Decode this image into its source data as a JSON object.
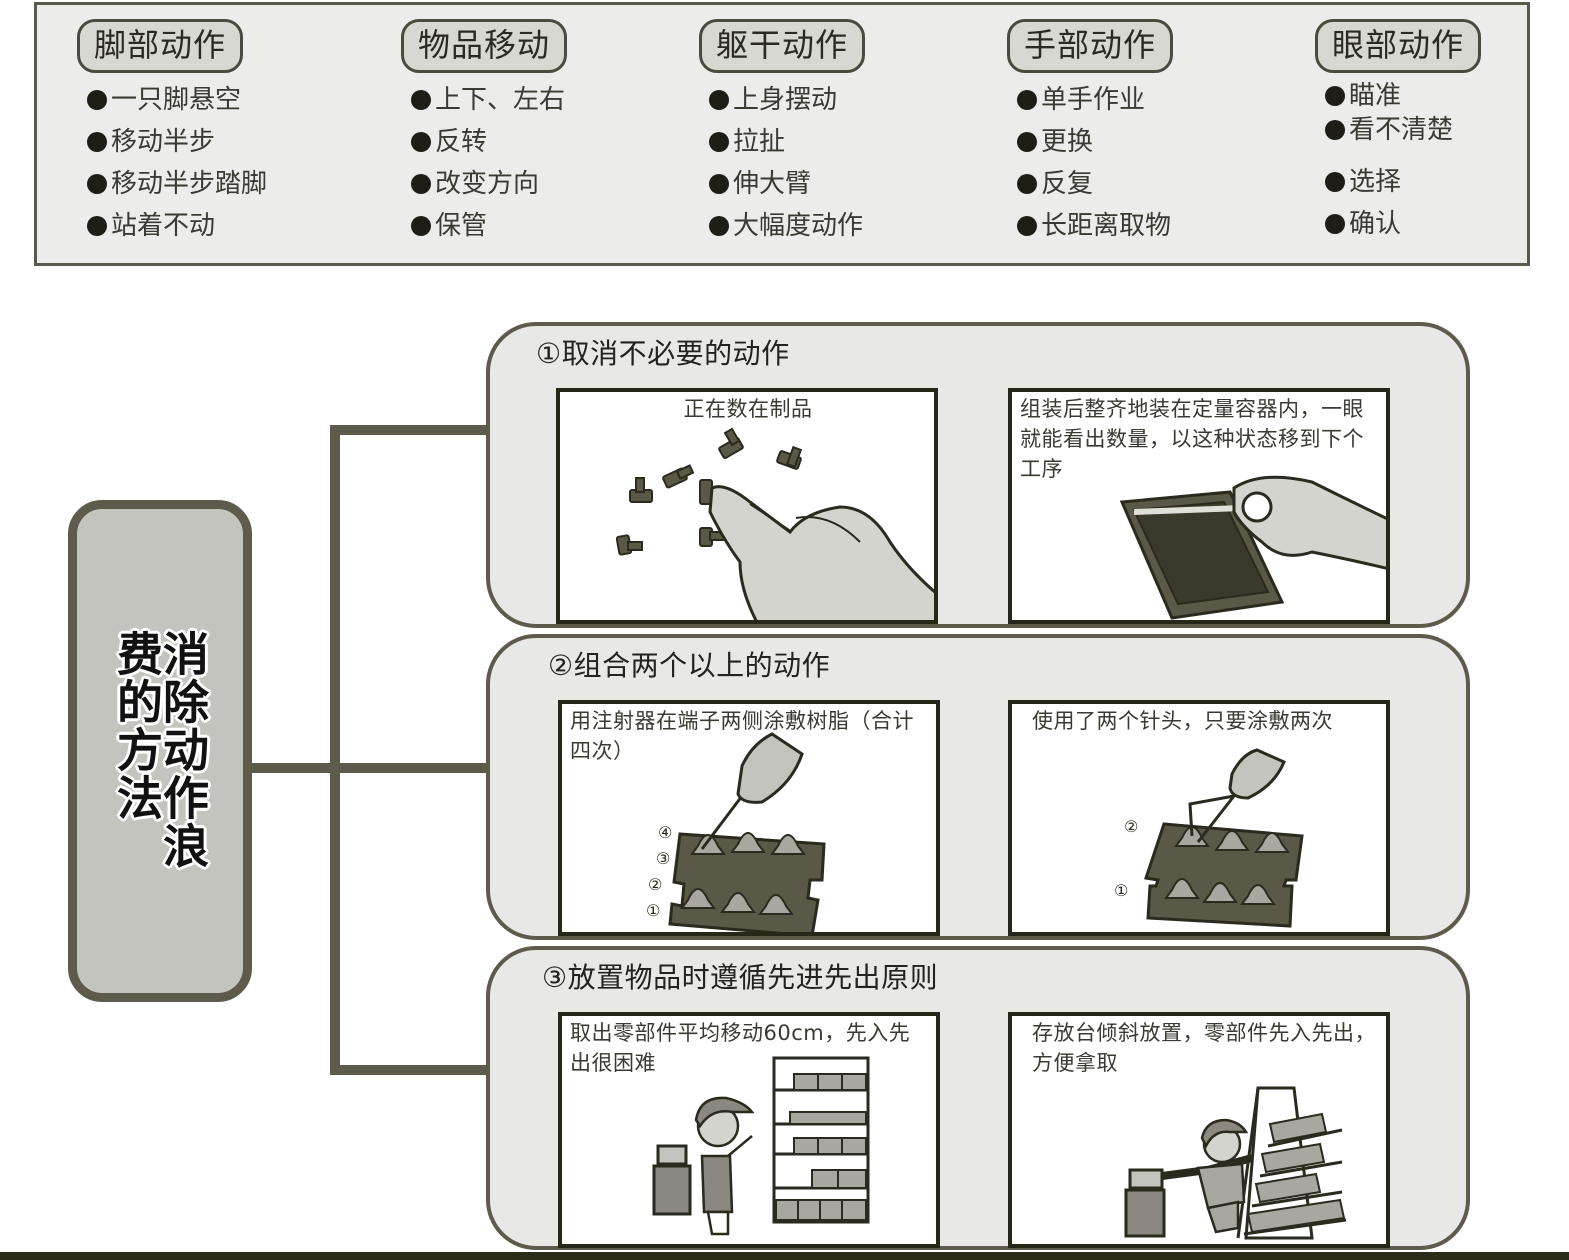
{
  "categories": [
    {
      "title": "脚部动作",
      "items": [
        "一只脚悬空",
        "移动半步",
        "移动半步踏脚",
        "站着不动"
      ]
    },
    {
      "title": "物品移动",
      "items": [
        "上下、左右",
        "反转",
        "改变方向",
        "保管"
      ]
    },
    {
      "title": "躯干动作",
      "items": [
        "上身摆动",
        "拉扯",
        "伸大臂",
        "大幅度动作"
      ]
    },
    {
      "title": "手部动作",
      "items": [
        "单手作业",
        "更换",
        "反复",
        "长距离取物"
      ]
    },
    {
      "title": "眼部动作",
      "items": [
        "瞄准",
        "看不清楚",
        "选择",
        "确认"
      ]
    }
  ],
  "root": {
    "label": "消除动作浪费的方法"
  },
  "sections": [
    {
      "title": "①取消不必要的动作",
      "panels": [
        {
          "caption": "正在数在制品",
          "illustration": "hand-counting-parts"
        },
        {
          "caption": "组装后整齐地装在定量容器内，一眼就能看出数量，以这种状态移到下个工序",
          "illustration": "hand-holding-tray"
        }
      ]
    },
    {
      "title": "②组合两个以上的动作",
      "panels": [
        {
          "caption": "用注射器在端子两侧涂敷树脂（合计四次）",
          "illustration": "syringe-single-needle",
          "markers": [
            "④",
            "③",
            "②",
            "①"
          ]
        },
        {
          "caption": "使用了两个针头，只要涂敷两次",
          "illustration": "syringe-double-needle",
          "markers": [
            "②",
            "①"
          ]
        }
      ]
    },
    {
      "title": "③放置物品时遵循先进先出原则",
      "panels": [
        {
          "caption": "取出零部件平均移动60cm，先入先出很困难",
          "illustration": "worker-upright-shelf"
        },
        {
          "caption": "存放台倾斜放置，零部件先入先出，方便拿取",
          "illustration": "worker-inclined-rack"
        }
      ]
    }
  ],
  "colors": {
    "line": "#5e5b4c",
    "panel_bg": "#ececea",
    "section_bg": "#e8e8e6",
    "root_bg": "#c4c4be"
  }
}
